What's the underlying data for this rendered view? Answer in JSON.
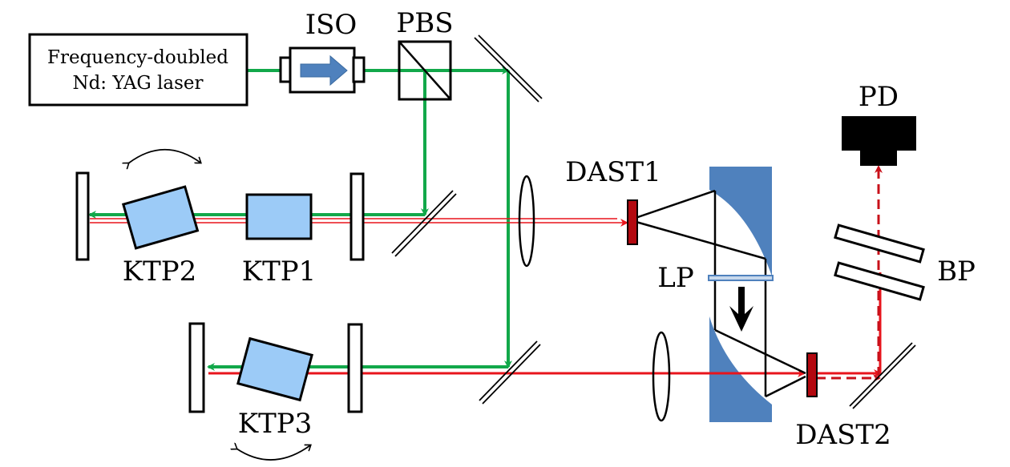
{
  "diagram": {
    "title": "",
    "colors": {
      "pump_beam": "#12a84a",
      "thz_beam": "#e8141c",
      "detected_beam": "#c8101a",
      "crystal_fill": "#9ccbf7",
      "parabolic_mirror": "#4f81bd",
      "isolator_arrow": "#4f81bd",
      "dast_crystal": "#b3080f",
      "outline": "#000000"
    },
    "labels": {
      "laser_line1": "Frequency-doubled",
      "laser_line2": "Nd: YAG laser",
      "iso": "ISO",
      "pbs": "PBS",
      "ktp1": "KTP1",
      "ktp2": "KTP2",
      "ktp3": "KTP3",
      "dast1": "DAST1",
      "dast2": "DAST2",
      "lp": "LP",
      "bp": "BP",
      "pd": "PD"
    },
    "components": [
      {
        "id": "laser",
        "label": "Frequency-doubled Nd: YAG laser",
        "type": "source"
      },
      {
        "id": "iso",
        "label": "ISO",
        "type": "optical isolator"
      },
      {
        "id": "pbs",
        "label": "PBS",
        "type": "polarizing beam splitter"
      },
      {
        "id": "ktp1",
        "label": "KTP1",
        "type": "crystal"
      },
      {
        "id": "ktp2",
        "label": "KTP2",
        "type": "rotatable crystal"
      },
      {
        "id": "ktp3",
        "label": "KTP3",
        "type": "rotatable crystal"
      },
      {
        "id": "dast1",
        "label": "DAST1",
        "type": "THz generation crystal"
      },
      {
        "id": "dast2",
        "label": "DAST2",
        "type": "detection crystal"
      },
      {
        "id": "lp",
        "label": "LP",
        "type": "polarizer"
      },
      {
        "id": "bp",
        "label": "BP",
        "type": "band-pass filters"
      },
      {
        "id": "pd",
        "label": "PD",
        "type": "photodetector"
      }
    ]
  }
}
